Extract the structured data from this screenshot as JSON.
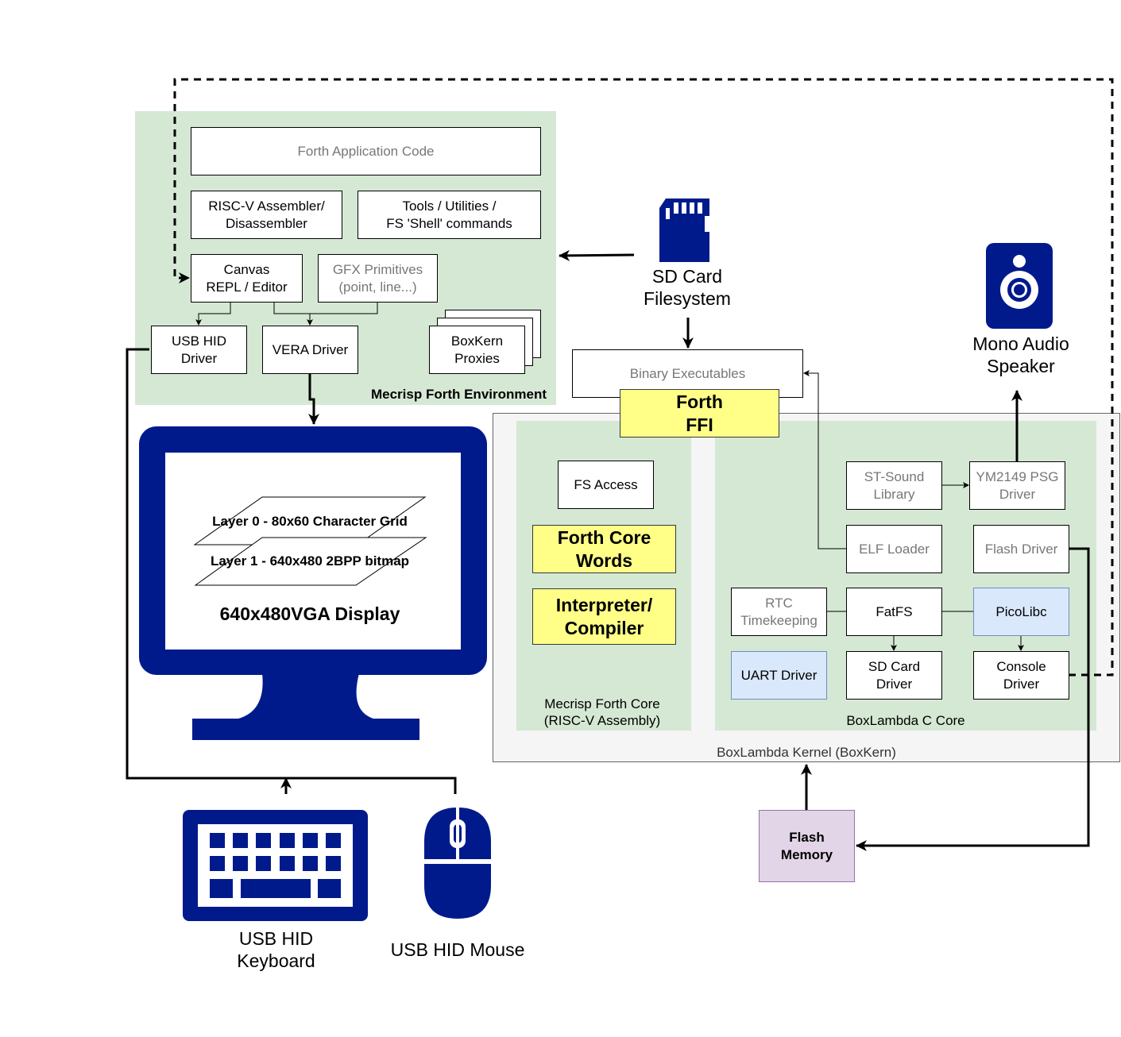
{
  "colors": {
    "icon_blue": "#001a8c",
    "green": "#d5e8d4",
    "yellow": "#ffff88",
    "light_blue": "#dae8fc",
    "purple": "#e1d5e7",
    "kernel_gray": "#f5f5f5"
  },
  "env": {
    "title": "Mecrisp Forth Environment",
    "app_code": "Forth Application Code",
    "assembler": "RISC-V Assembler/\nDisassembler",
    "tools": "Tools / Utilities /\nFS 'Shell' commands",
    "canvas": "Canvas\nREPL / Editor",
    "gfx": "GFX Primitives\n(point, line...)",
    "usb_driver": "USB HID\nDriver",
    "vera": "VERA Driver",
    "proxies": "BoxKern\nProxies"
  },
  "sd": {
    "label": "SD Card\nFilesystem",
    "icon": "sd-card-icon"
  },
  "speaker": {
    "label": "Mono Audio\nSpeaker",
    "icon": "speaker-icon"
  },
  "binary": "Binary Executables",
  "ffi": "Forth\nFFI",
  "kernel": {
    "title": "BoxLambda Kernel (BoxKern)",
    "forth_core": {
      "title": "Mecrisp Forth Core\n(RISC-V Assembly)",
      "fs_access": "FS Access",
      "core_words": "Forth Core\nWords",
      "interpreter": "Interpreter/\nCompiler"
    },
    "c_core": {
      "title": "BoxLambda C Core",
      "stsound": "ST-Sound\nLibrary",
      "ym2149": "YM2149 PSG\nDriver",
      "elf": "ELF Loader",
      "flash_driver": "Flash Driver",
      "rtc": "RTC\nTimekeeping",
      "fatfs": "FatFS",
      "picolibc": "PicoLibc",
      "uart": "UART Driver",
      "sd_driver": "SD Card\nDriver",
      "console": "Console\nDriver"
    }
  },
  "flash": "Flash\nMemory",
  "display": {
    "layer0": "Layer 0 - 80x60 Character Grid",
    "layer1": "Layer 1 - 640x480 2BPP bitmap",
    "title": "640x480VGA Display",
    "icon": "monitor-icon"
  },
  "keyboard": {
    "label": "USB HID\nKeyboard",
    "icon": "keyboard-icon"
  },
  "mouse": {
    "label": "USB HID Mouse",
    "icon": "mouse-icon"
  }
}
